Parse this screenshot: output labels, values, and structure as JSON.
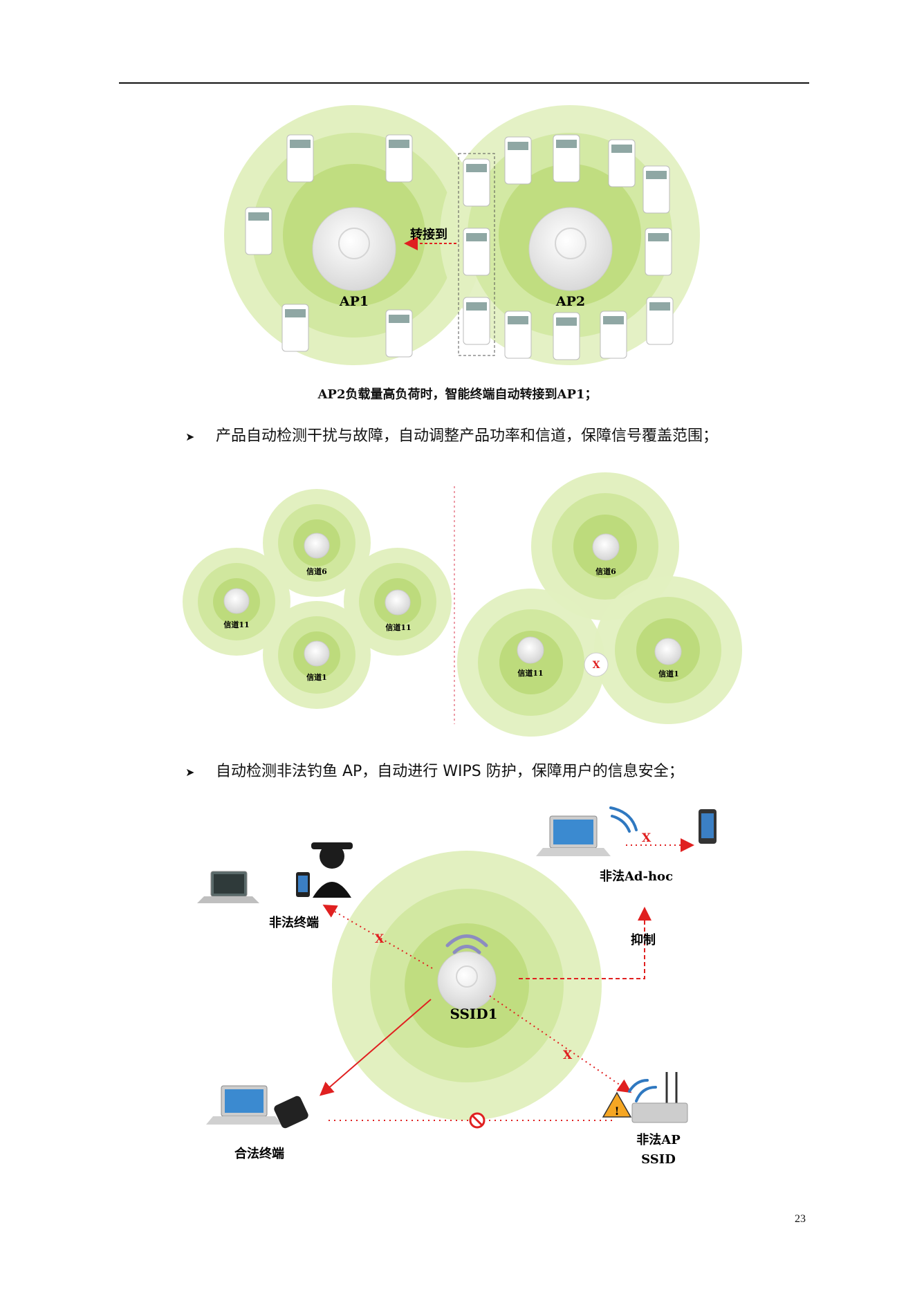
{
  "fig1": {
    "ap1_label": "AP1",
    "ap2_label": "AP2",
    "arrow_label": "转接到",
    "caption": "AP2负载量高负荷时，智能终端自动转接到AP1；"
  },
  "bullet1": "产品自动检测干扰与故障，自动调整产品功率和信道，保障信号覆盖范围；",
  "fig2": {
    "left_channels": [
      "信道6",
      "信道11",
      "信道11",
      "信道1"
    ],
    "right_channels": [
      "信道6",
      "信道11",
      "信道1"
    ],
    "conflict_mark": "X"
  },
  "bullet2": "自动检测非法钓鱼 AP，自动进行 WIPS 防护，保障用户的信息安全；",
  "fig3": {
    "illegal_terminal": "非法终端",
    "illegal_adhoc": "非法Ad-hoc",
    "suppress": "抑制",
    "ssid": "SSID1",
    "legal_terminal": "合法终端",
    "illegal_ap": "非法AP",
    "illegal_ap_ssid": "SSID",
    "block_mark": "X"
  },
  "page_number": "23",
  "colors": {
    "ring_outer": "#d6eaa9",
    "ring_mid": "#c4e08a",
    "ring_inner": "#b3d56d",
    "arrow_red": "#e02020"
  }
}
